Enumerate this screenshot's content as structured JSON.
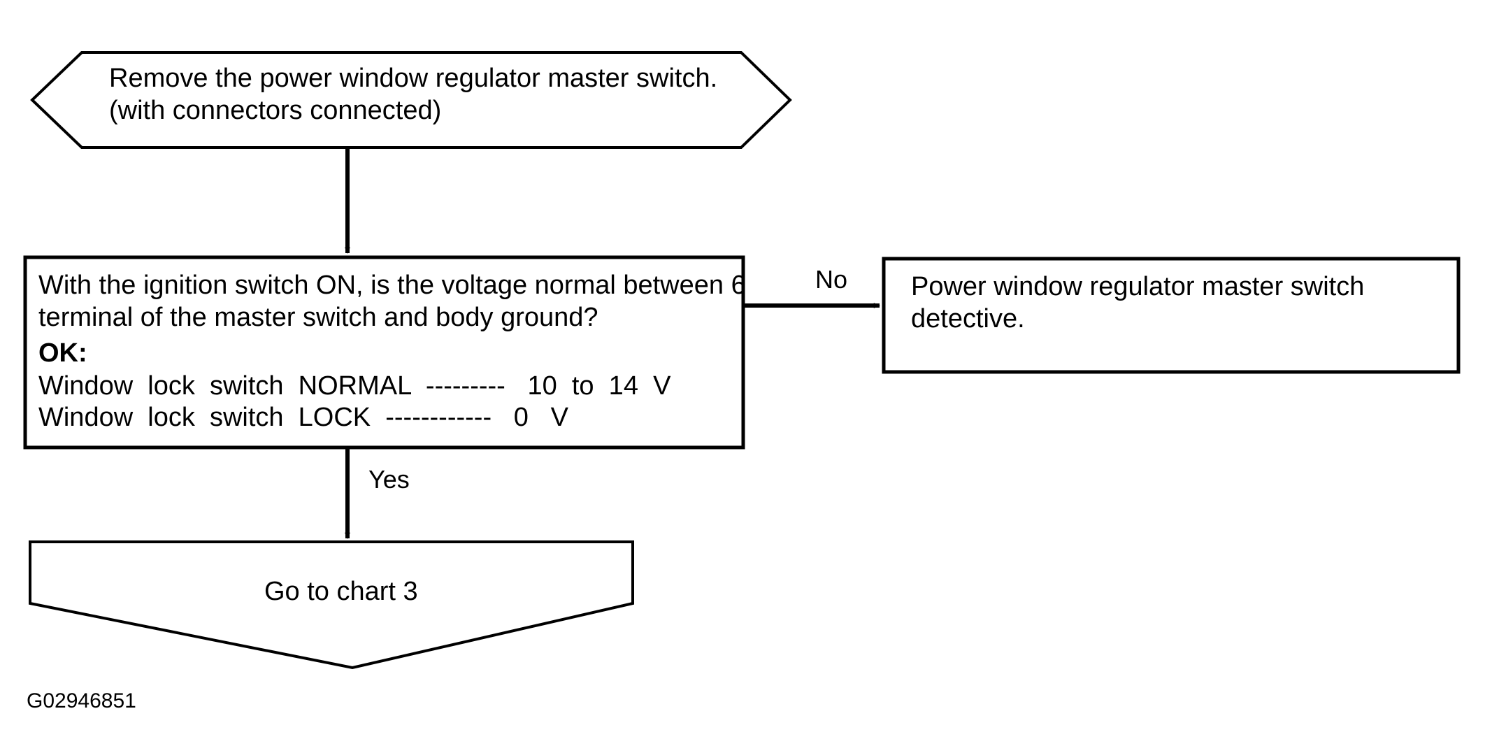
{
  "diagram": {
    "title_code": "G02946851",
    "stroke_color": "#000000",
    "background_color": "#ffffff",
    "nodes": {
      "start": {
        "id": "start",
        "shape": "hexagon",
        "lines": [
          "Remove the power window regulator master switch.",
          "(with connectors connected)"
        ]
      },
      "decision": {
        "id": "decision",
        "shape": "rectangle",
        "question_lines": [
          "With the ignition switch ON, is the voltage normal between 6",
          "terminal of the master switch and body ground?"
        ],
        "ok_label": "OK:",
        "spec_lines": [
          "Window  lock  switch  NORMAL  ---------   10  to  14  V",
          "Window  lock  switch  LOCK  ------------   0   V"
        ]
      },
      "fault": {
        "id": "fault",
        "shape": "rectangle",
        "lines": [
          "Power window regulator master switch",
          "detective."
        ]
      },
      "goto": {
        "id": "goto",
        "shape": "pentagon-down",
        "lines": [
          "Go to chart 3"
        ]
      }
    },
    "edges": [
      {
        "id": "start-to-decision",
        "label": "",
        "from": "start",
        "to": "decision",
        "direction": "down"
      },
      {
        "id": "decision-to-fault",
        "label": "No",
        "from": "decision",
        "to": "fault",
        "direction": "right"
      },
      {
        "id": "decision-to-goto",
        "label": "Yes",
        "from": "decision",
        "to": "goto",
        "direction": "down"
      }
    ]
  }
}
